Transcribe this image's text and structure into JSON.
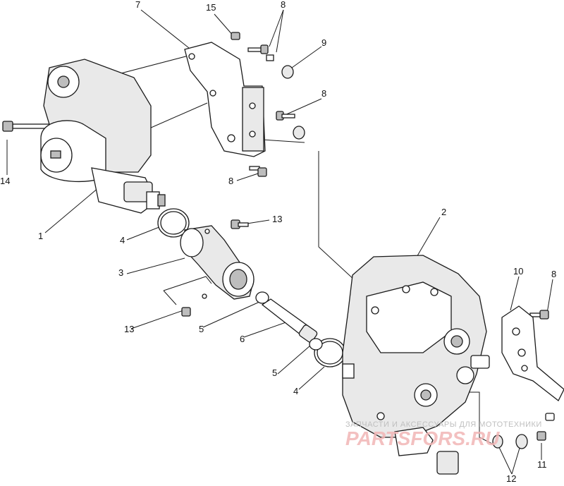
{
  "callouts": [
    "7",
    "15",
    "8",
    "9",
    "8",
    "14",
    "8",
    "1",
    "4",
    "13",
    "3",
    "2",
    "10",
    "8",
    "13",
    "5",
    "6",
    "5",
    "4",
    "12",
    "11"
  ],
  "watermark": {
    "line": "ЗАПЧАСТИ И АКСЕССУАРЫ ДЛЯ МОТОТЕХНИКИ",
    "logo": "PARTSFORS.RU"
  },
  "colors": {
    "line": "#1a1a1a",
    "label": "#111111",
    "watermark_red": "#f2b6b6",
    "watermark_gray": "#bfbfbf"
  }
}
